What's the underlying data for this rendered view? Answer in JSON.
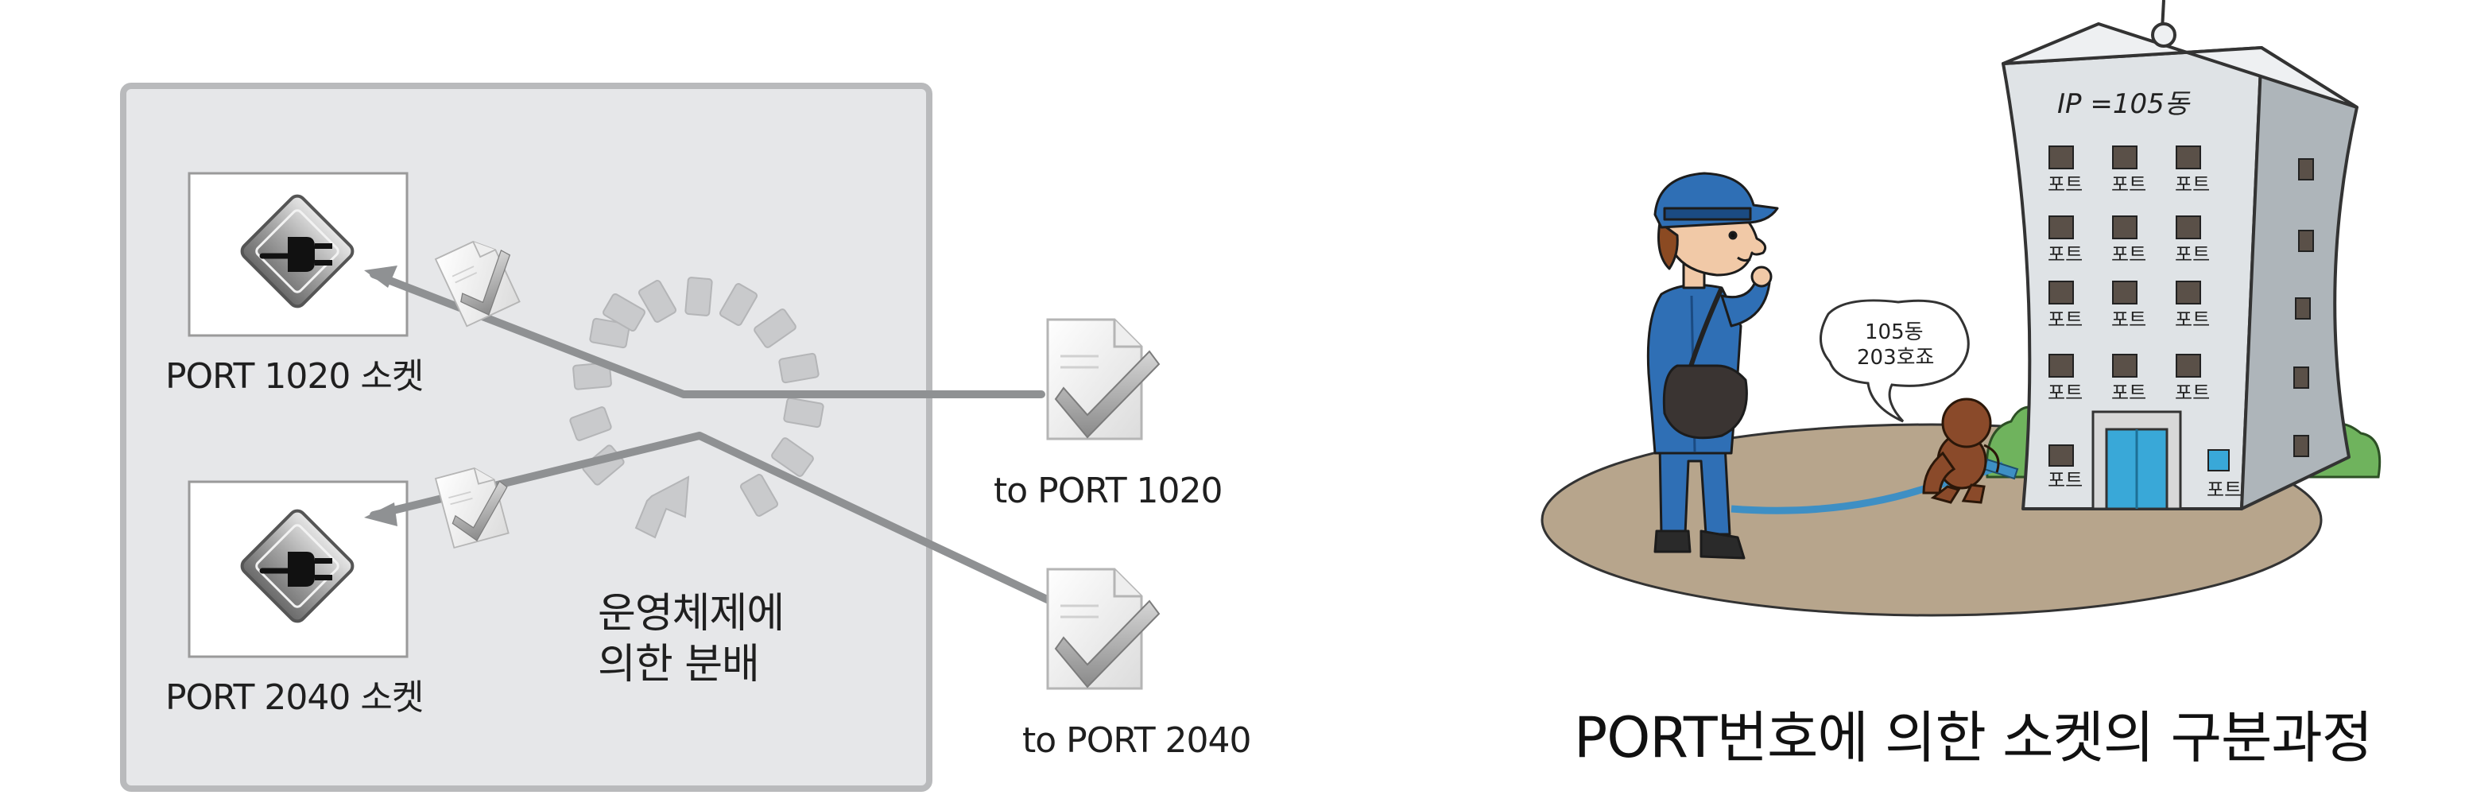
{
  "diagram": {
    "sockets": [
      {
        "label": "PORT 1020  소켓"
      },
      {
        "label": "PORT 2040 소켓"
      }
    ],
    "os_label": "운영체제에\n의한 분배",
    "packets": [
      {
        "label": "to PORT 1020"
      },
      {
        "label": "to PORT 2040"
      }
    ]
  },
  "illustration": {
    "building_sign": "IP =105동",
    "window_label": "포트",
    "speech_bubble": [
      "105동",
      "203호죠"
    ],
    "caption": "PORT번호에 의한 소켓의 구분과정"
  },
  "colors": {
    "panel_fill": "#e6e7e9",
    "panel_border": "#b9babc",
    "arrow": "#8f9193",
    "uniform": "#2f6fb5",
    "ground": "#b7a58c",
    "tree": "#6fb35d",
    "building": "#dfe3e6",
    "door": "#39a8d8",
    "dog": "#8a4a2a"
  },
  "icons": [
    "plug-icon",
    "document-check-icon",
    "cycle-arrow-icon"
  ]
}
